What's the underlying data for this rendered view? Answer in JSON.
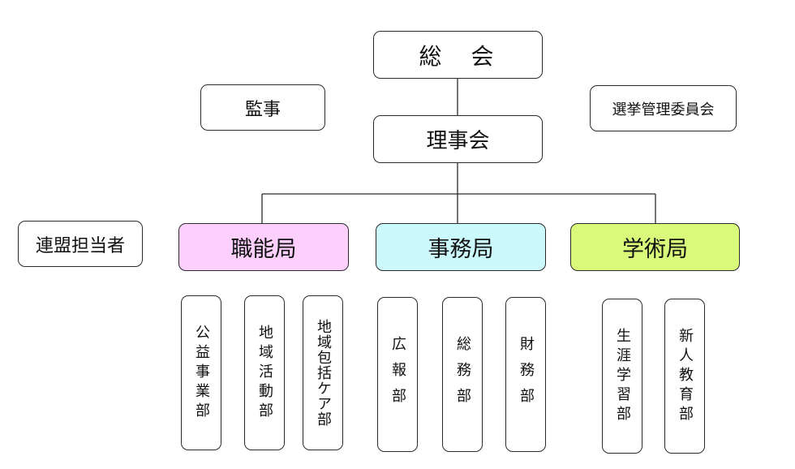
{
  "colors": {
    "shokuno": "#fccffc",
    "jimu": "#ccf9fb",
    "gakujutsu": "#d9f97a",
    "line": "#2b2b2b"
  },
  "nodes": {
    "sokai": "総　会",
    "rijikai": "理事会",
    "kanji": "監事",
    "senkyo": "選挙管理委員会",
    "renmei": "連盟担当者",
    "shokuno": "職能局",
    "jimu": "事務局",
    "gakujutsu": "学術局"
  },
  "departments": {
    "koeki": "公益事業部",
    "chiiki": "地域活動部",
    "houkatsu": "地域包括ケア部",
    "koho": "広報部",
    "somu": "総務部",
    "zaimu": "財務部",
    "shogai": "生涯学習部",
    "shinjin": "新人教育部"
  }
}
